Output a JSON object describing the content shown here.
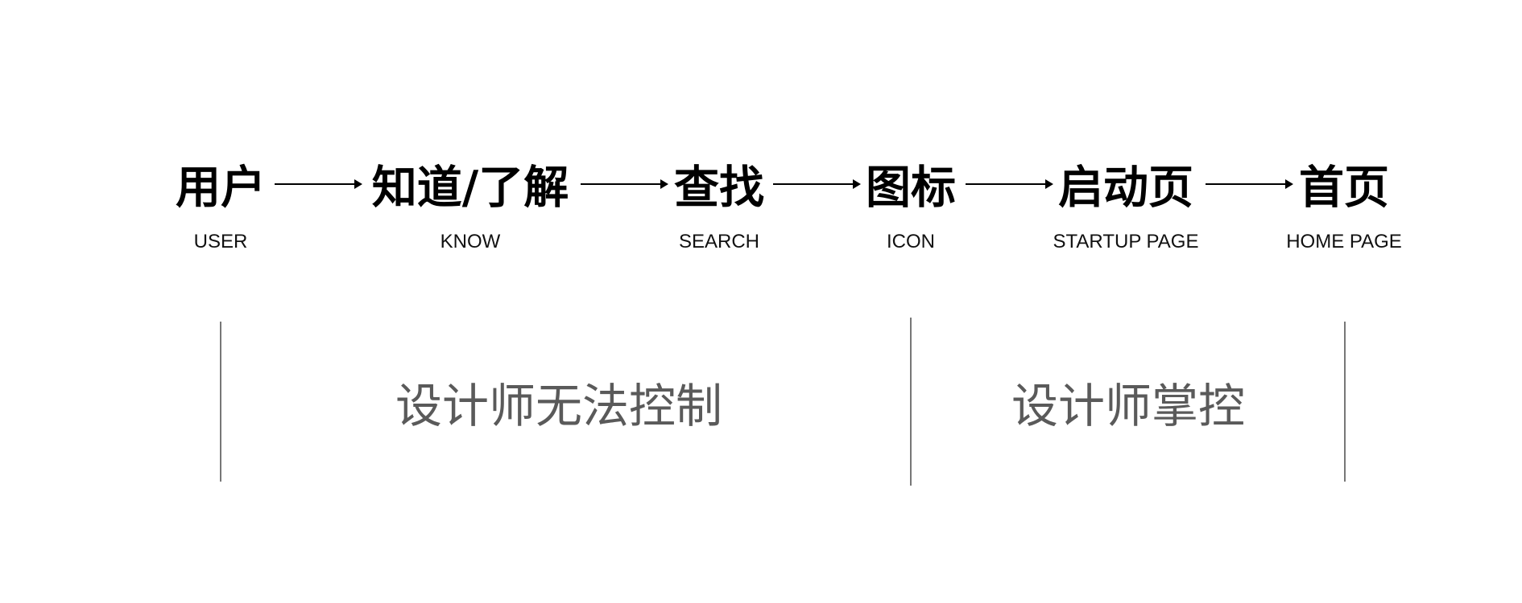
{
  "steps": [
    {
      "label": "用户",
      "sub": "USER"
    },
    {
      "label": "知道/了解",
      "sub": "KNOW"
    },
    {
      "label": "查找",
      "sub": "SEARCH"
    },
    {
      "label": "图标",
      "sub": "ICON"
    },
    {
      "label": "启动页",
      "sub": "STARTUP PAGE"
    },
    {
      "label": "首页",
      "sub": "HOME PAGE"
    }
  ],
  "zones": {
    "uncontrolled": "设计师无法控制",
    "controlled": "设计师掌控"
  }
}
